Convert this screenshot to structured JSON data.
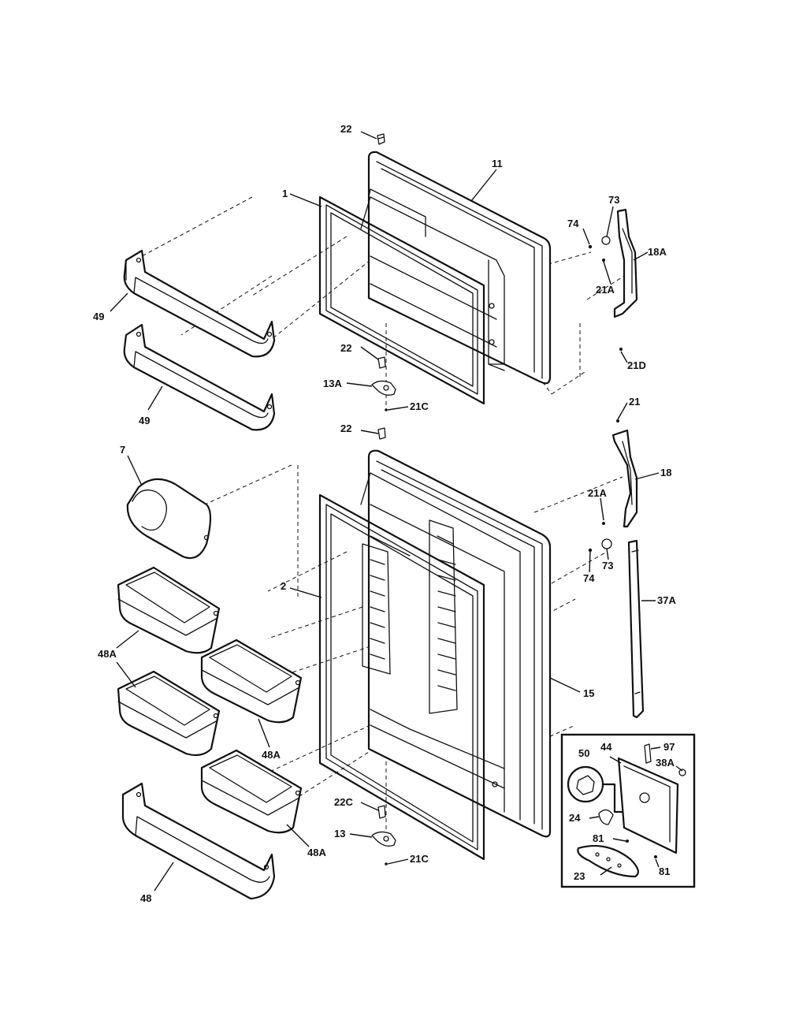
{
  "labels": {
    "p22_top": "22",
    "p11": "11",
    "p1": "1",
    "p73_top": "73",
    "p74_top": "74",
    "p18A": "18A",
    "p21A_top": "21A",
    "p21D": "21D",
    "p49_upper": "49",
    "p49_lower": "49",
    "p22_mid": "22",
    "p13A": "13A",
    "p21C_top": "21C",
    "p22_lower": "22",
    "p21": "21",
    "p18": "18",
    "p7": "7",
    "p21A_bottom": "21A",
    "p73_bottom": "73",
    "p74_bottom": "74",
    "p2": "2",
    "p37A": "37A",
    "p48A_left": "48A",
    "p15": "15",
    "p48A_mid": "48A",
    "p22C": "22C",
    "p13": "13",
    "p48A_low": "48A",
    "p21C_bottom": "21C",
    "p48": "48",
    "p50": "50",
    "p44": "44",
    "p97": "97",
    "p38A": "38A",
    "p24": "24",
    "p81_left": "81",
    "p81_right": "81",
    "p23": "23"
  }
}
